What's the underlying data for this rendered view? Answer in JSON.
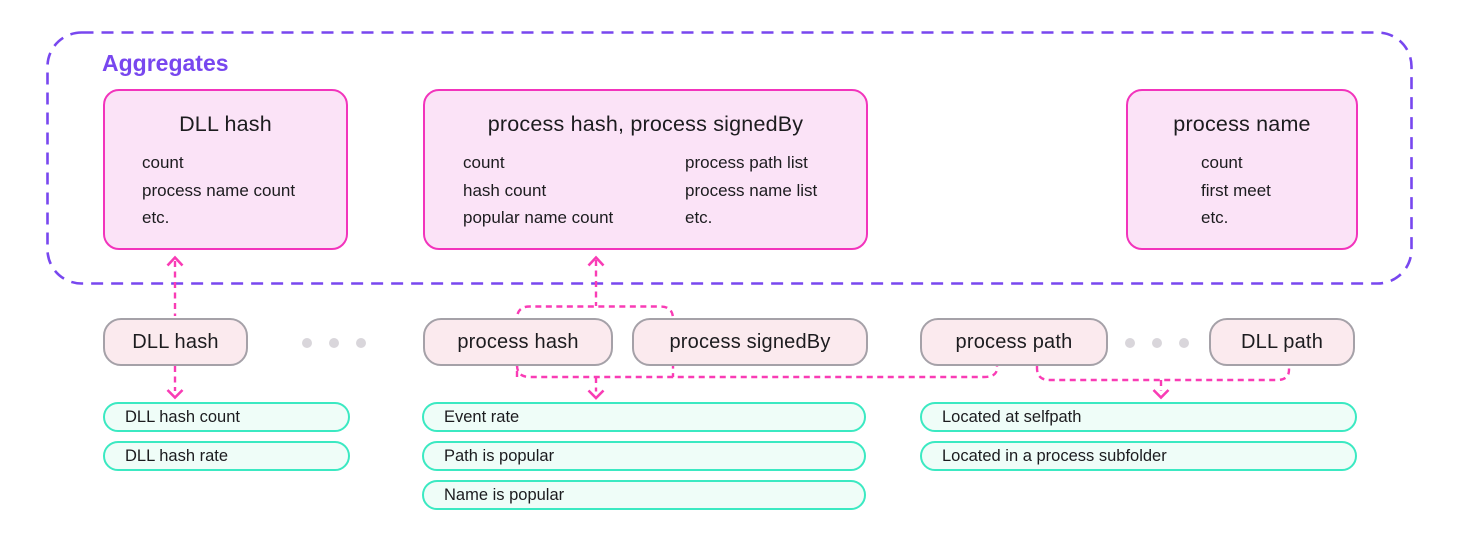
{
  "colors": {
    "background": "#FFFFFF",
    "purple": "#7847EF",
    "magenta_border": "#F234BC",
    "line_pink": "#F93CB5",
    "pink_fill": "#FBE3F7",
    "chip_fill": "#FBEAEE",
    "chip_border": "#A5A1A8",
    "green_border": "#3BE9C2",
    "green_fill": "#EFFDF8",
    "text": "#1C1C1F",
    "dot_gray": "#D9D6DB"
  },
  "aggregates": {
    "label": "Aggregates",
    "boxes": [
      {
        "title": "DLL hash",
        "items": [
          "count",
          "process name count",
          "etc."
        ]
      },
      {
        "title": "process hash, process signedBy",
        "items_left": [
          "count",
          "hash count",
          "popular name count"
        ],
        "items_right": [
          "process path list",
          "process name list",
          "etc."
        ]
      },
      {
        "title": "process name",
        "items": [
          "count",
          "first meet",
          "etc."
        ]
      }
    ]
  },
  "fields": [
    {
      "label": "DLL hash"
    },
    {
      "label": "process hash"
    },
    {
      "label": "process signedBy"
    },
    {
      "label": "process path"
    },
    {
      "label": "DLL path"
    }
  ],
  "detectors": {
    "left": [
      "DLL hash count",
      "DLL hash rate"
    ],
    "middle": [
      "Event rate",
      "Path is popular",
      "Name is popular"
    ],
    "right": [
      "Located at selfpath",
      "Located in a process subfolder"
    ]
  }
}
